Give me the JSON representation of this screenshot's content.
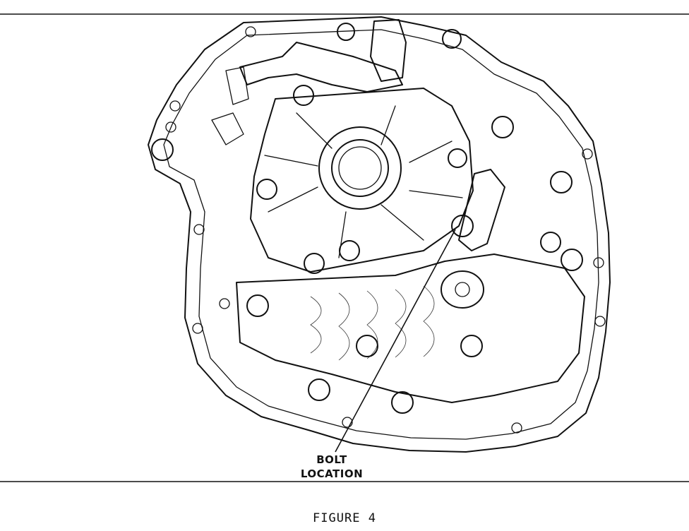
{
  "callout": {
    "line1": "BOLT",
    "line2": "LOCATION"
  },
  "caption": "FIGURE 4",
  "colors": {
    "ink": "#111111",
    "paper": "#ffffff"
  }
}
